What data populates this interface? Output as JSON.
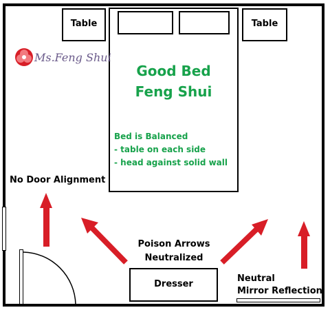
{
  "room": {
    "logo_text": "Ms.Feng Shui",
    "tables": {
      "left_label": "Table",
      "right_label": "Table"
    },
    "bed": {
      "title_line1": "Good Bed",
      "title_line2": "Feng Shui",
      "note_line1": "Bed is Balanced",
      "note_line2": "- table on each side",
      "note_line3": "- head against solid wall"
    },
    "labels": {
      "door": "No Door Alignment",
      "arrows_line1": "Poison Arrows",
      "arrows_line2": "Neutralized",
      "dresser": "Dresser",
      "mirror_line1": "Neutral",
      "mirror_line2": "Mirror Reflection"
    },
    "colors": {
      "arrow": "#d81e27",
      "text_green": "#17a24b",
      "logo": "#d81e27"
    }
  }
}
